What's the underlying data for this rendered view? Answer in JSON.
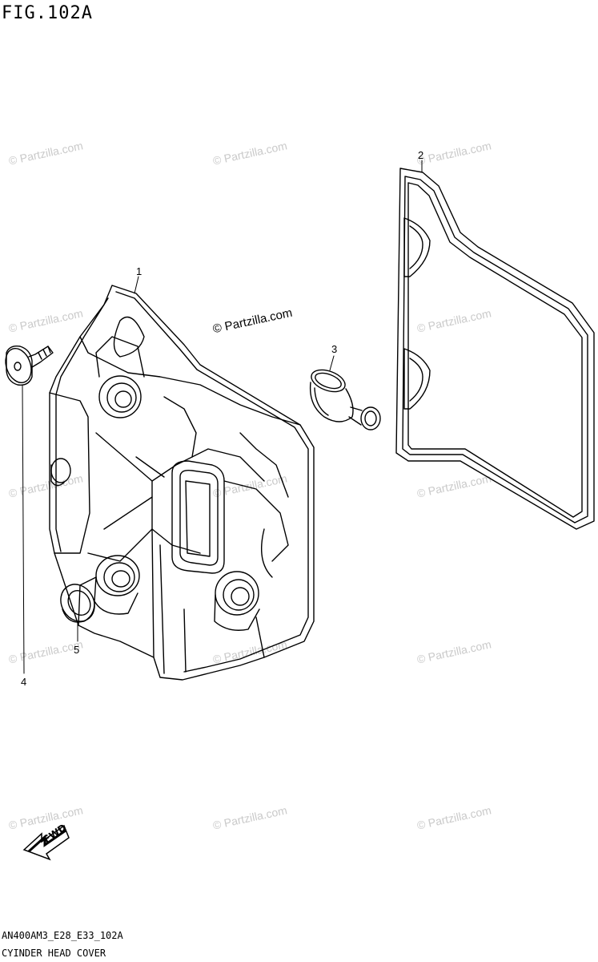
{
  "figure": {
    "title": "FIG.102A",
    "code": "AN400AM3_E28_E33_102A",
    "caption": "CYINDER HEAD COVER"
  },
  "watermark": {
    "text": "© Partzilla.com"
  },
  "callouts": [
    {
      "id": "1",
      "label": "1"
    },
    {
      "id": "2",
      "label": "2"
    },
    {
      "id": "3",
      "label": "3"
    },
    {
      "id": "4",
      "label": "4"
    },
    {
      "id": "5",
      "label": "5"
    }
  ],
  "fwd": {
    "label": "FWD"
  },
  "colors": {
    "line": "#000000",
    "watermark": "#c9c9c9",
    "background": "#ffffff"
  }
}
